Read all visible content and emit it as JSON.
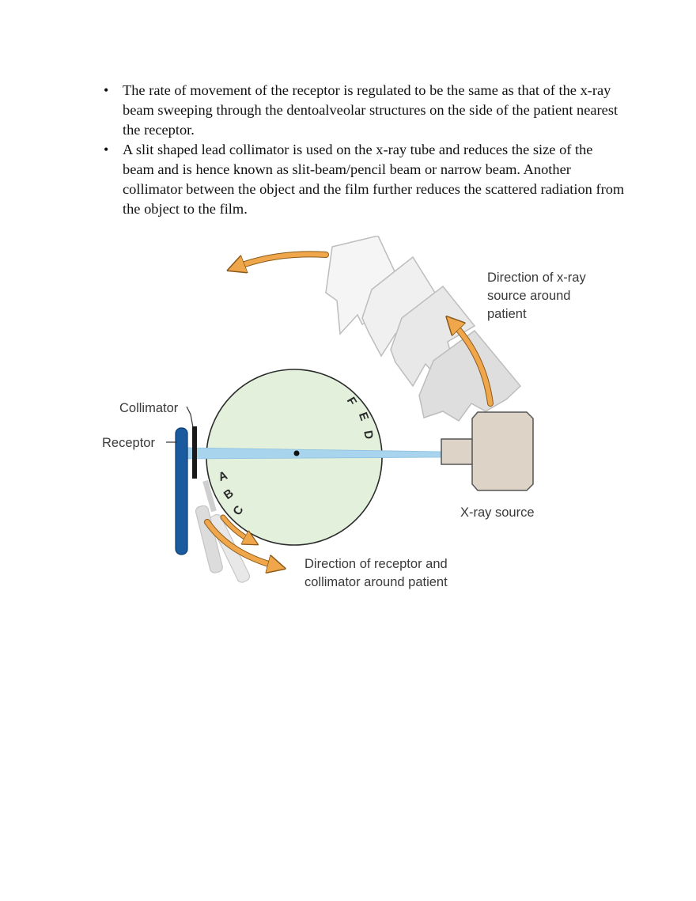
{
  "document": {
    "bullets": [
      "The rate of movement of the receptor is regulated to be the same as that of the x-ray beam sweeping through the dentoalveolar structures on the side of the patient nearest the receptor.",
      "A slit shaped lead collimator is used on the x-ray tube and reduces the size of the beam and is hence known as slit-beam/pencil beam or narrow beam. Another collimator between the object and the film further reduces the scattered radiation from the object to the film."
    ]
  },
  "figure": {
    "labels": {
      "xray_direction": [
        "Direction of x-ray",
        "source around",
        "patient"
      ],
      "collimator": "Collimator",
      "receptor": "Receptor",
      "xray_source": "X-ray source",
      "receptor_direction": [
        "Direction of receptor and",
        "collimator around patient"
      ]
    },
    "letters_left": [
      "A",
      "B",
      "C"
    ],
    "letters_right": [
      "F",
      "E",
      "D"
    ],
    "colors": {
      "patient": "#e3f0dc",
      "beam": "#a8d4ee",
      "receptor": "#1a5a9e",
      "source": "#ddd3c6",
      "arrow": "#f0a64a"
    }
  }
}
